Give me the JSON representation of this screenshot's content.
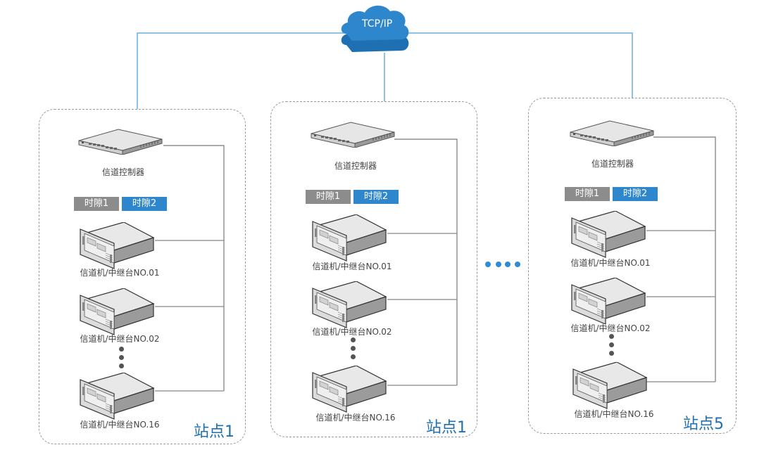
{
  "network": {
    "label": "TCP/IP",
    "icon": "cloud-icon",
    "colors": {
      "cloud": "#2e86cc",
      "link": "#69aee0",
      "site_name": "#1f6fb3",
      "slot1": "#8c8c8c",
      "slot2": "#2e86cc"
    }
  },
  "separator": {
    "icon": "ellipsis-dots-icon",
    "count": 4
  },
  "sites": [
    {
      "name": "站点1",
      "controller": {
        "label": "信道控制器",
        "icon": "switch-icon"
      },
      "slots": [
        {
          "label": "时隙1"
        },
        {
          "label": "时隙2"
        }
      ],
      "repeaters": [
        {
          "label": "信道机/中继台NO.01",
          "icon": "rack-server-icon"
        },
        {
          "label": "信道机/中继台NO.02",
          "icon": "rack-server-icon"
        },
        {
          "label": "信道机/中继台NO.16",
          "icon": "rack-server-icon"
        }
      ]
    },
    {
      "name": "站点1",
      "controller": {
        "label": "信道控制器",
        "icon": "switch-icon"
      },
      "slots": [
        {
          "label": "时隙1"
        },
        {
          "label": "时隙2"
        }
      ],
      "repeaters": [
        {
          "label": "信道机/中继台NO.01",
          "icon": "rack-server-icon"
        },
        {
          "label": "信道机/中继台NO.02",
          "icon": "rack-server-icon"
        },
        {
          "label": "信道机/中继台NO.16",
          "icon": "rack-server-icon"
        }
      ]
    },
    {
      "name": "站点5",
      "controller": {
        "label": "信道控制器",
        "icon": "switch-icon"
      },
      "slots": [
        {
          "label": "时隙1"
        },
        {
          "label": "时隙2"
        }
      ],
      "repeaters": [
        {
          "label": "信道机/中继台NO.01",
          "icon": "rack-server-icon"
        },
        {
          "label": "信道机/中继台NO.02",
          "icon": "rack-server-icon"
        },
        {
          "label": "信道机/中继台NO.16",
          "icon": "rack-server-icon"
        }
      ]
    }
  ]
}
